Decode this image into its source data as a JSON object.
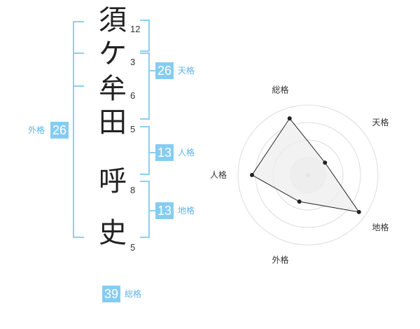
{
  "name": {
    "chars": [
      "須",
      "ケ",
      "牟",
      "田",
      "呼",
      "史"
    ],
    "strokes": [
      "12",
      "3",
      "6",
      "5",
      "8",
      "5"
    ]
  },
  "kakusu": {
    "tenkaku": {
      "value": "26",
      "label": "天格"
    },
    "jinkaku": {
      "value": "13",
      "label": "人格"
    },
    "chikaku": {
      "value": "13",
      "label": "地格"
    },
    "gaikaku": {
      "value": "26",
      "label": "外格"
    },
    "soukaku": {
      "value": "39",
      "label": "総格"
    }
  },
  "chart_data": {
    "type": "radar",
    "axes": [
      "総格",
      "天格",
      "地格",
      "外格",
      "人格"
    ],
    "values": [
      0.85,
      0.3,
      0.9,
      0.4,
      0.8
    ],
    "rings": 4,
    "fill_color": "#eeeeee",
    "line_color": "#222222"
  },
  "colors": {
    "accent": "#86ccf1",
    "bracket": "#8ccff3"
  }
}
